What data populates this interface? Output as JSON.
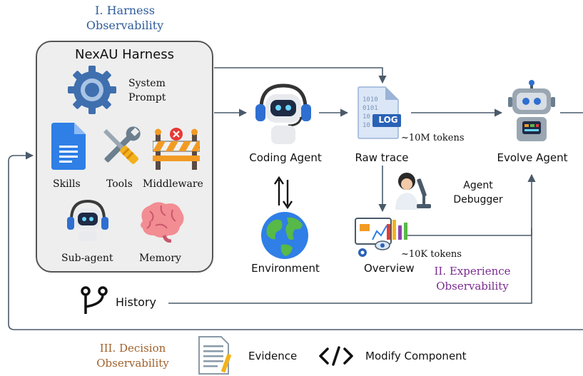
{
  "sections": {
    "harness_obs": "I. Harness\nObservability",
    "experience_obs": "II. Experience\nObservability",
    "decision_obs": "III. Decision\nObservability"
  },
  "harness": {
    "title": "NexAU Harness",
    "system_prompt": "System\nPrompt",
    "skills": "Skills",
    "tools": "Tools",
    "middleware": "Middleware",
    "subagent": "Sub-agent",
    "memory": "Memory"
  },
  "nodes": {
    "coding_agent": "Coding Agent",
    "raw_trace": "Raw trace",
    "evolve_agent": "Evolve Agent",
    "environment": "Environment",
    "overview": "Overview",
    "agent_debugger": "Agent\nDebugger",
    "history": "History",
    "log_badge": "LOG"
  },
  "annotations": {
    "raw_tokens": "~10M tokens",
    "overview_tokens": "~10K tokens"
  },
  "legend": {
    "evidence": "Evidence",
    "modify": "Modify Component"
  },
  "colors": {
    "wire": "#4a5a6a",
    "blue": "#2e5c9a",
    "purple": "#7a2a90",
    "brown": "#a0612b"
  }
}
